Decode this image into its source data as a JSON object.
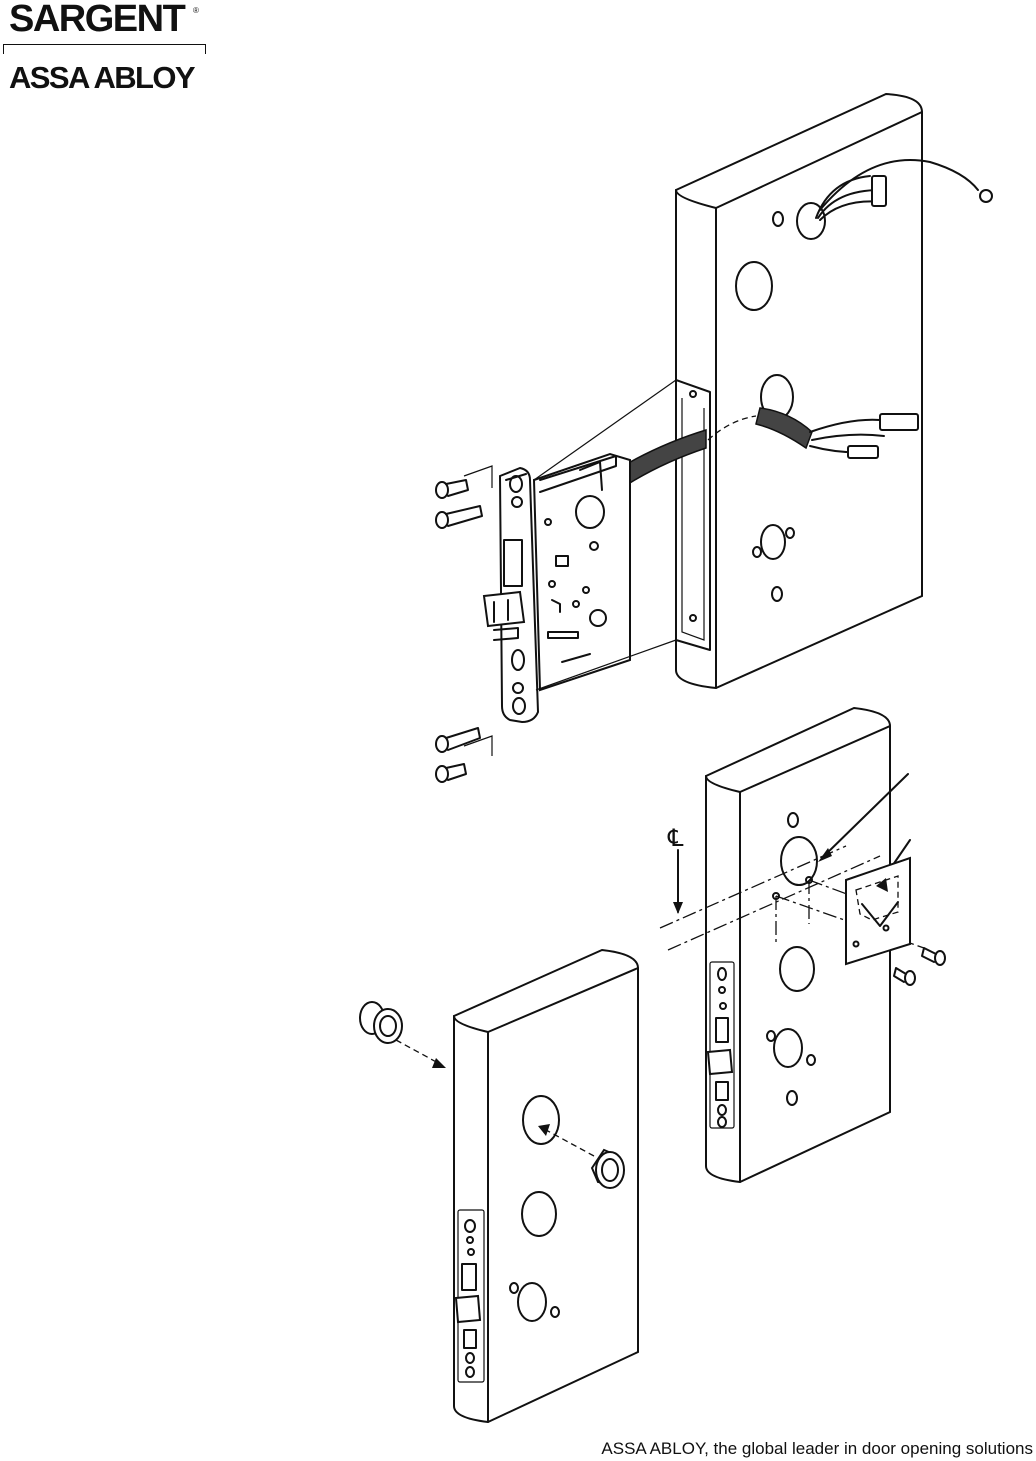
{
  "header": {
    "brand_primary": "SARGENT",
    "registered_mark": "®",
    "brand_secondary": "ASSA ABLOY"
  },
  "diagram": {
    "centerline_symbol": "℄"
  },
  "footer": {
    "tagline": "ASSA ABLOY, the global leader in door opening solutions"
  }
}
